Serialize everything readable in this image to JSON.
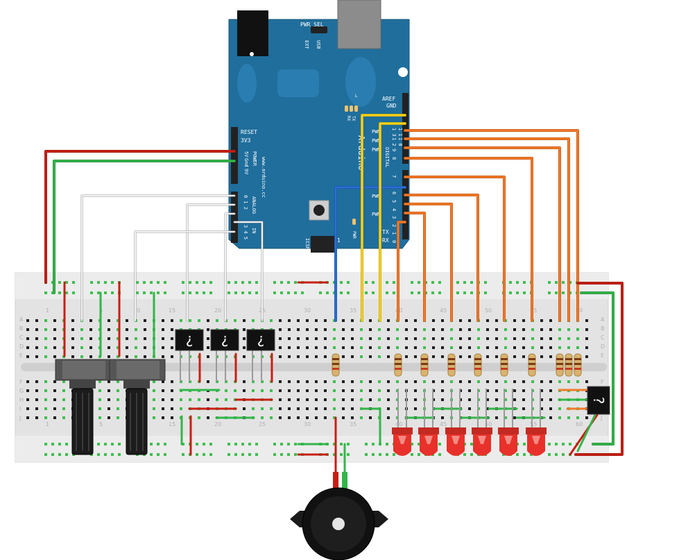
{
  "board": {
    "brand": "Arduino",
    "url": "www.arduino.cc",
    "pwr_sel": "PWR SEL",
    "ext": "EXT",
    "usb": "USB",
    "aref": "AREF",
    "gnd": "GND",
    "reset": "RESET",
    "v33": "3V3",
    "v5": "5V",
    "gnd2": "Gnd",
    "vin": "9V",
    "power": "POWER",
    "analog": "ANALOG",
    "analog_in": "IN",
    "analog_pins": "0 1 2",
    "analog_pins2": "3 4 5",
    "digital": "DIGITAL",
    "pwm": "PWM",
    "tx": "TX",
    "rx": "RX",
    "tx_label": "TX",
    "rx_label": "RX",
    "icsp": "ICSP",
    "icsp_num": "1",
    "pwr": "PWR",
    "l": "L",
    "d13": "1 3",
    "d12": "1 2",
    "d11": "1 1",
    "d10": "1 0",
    "d9": "9",
    "d8": "8",
    "d7": "7",
    "d6": "6",
    "d5": "5",
    "d4": "4",
    "d3": "3",
    "d2": "2",
    "d1": "1",
    "d0": "0"
  },
  "breadboard": {
    "col_numbers_top": [
      "1",
      "5",
      "10",
      "15",
      "20",
      "25",
      "30",
      "35",
      "40",
      "45",
      "50",
      "55",
      "60"
    ],
    "col_numbers_bottom": [
      "1",
      "5",
      "10",
      "15",
      "20",
      "25",
      "30",
      "35",
      "40",
      "45",
      "50",
      "55",
      "60"
    ],
    "row_letters_top": [
      "A",
      "B",
      "C",
      "D",
      "E"
    ],
    "row_letters_bottom": [
      "F",
      "G",
      "H",
      "I",
      "J"
    ]
  },
  "sensor_mark": "?",
  "colors": {
    "board": "#1f6e9c",
    "wire_red": "#c81e14",
    "wire_green": "#33b54a",
    "wire_white": "#e6e6e6",
    "wire_orange": "#f07a2a",
    "wire_yellow": "#f7d21e",
    "wire_blue": "#2a6fd6",
    "led": "#e8312a",
    "breadboard": "#e6e6e6"
  }
}
